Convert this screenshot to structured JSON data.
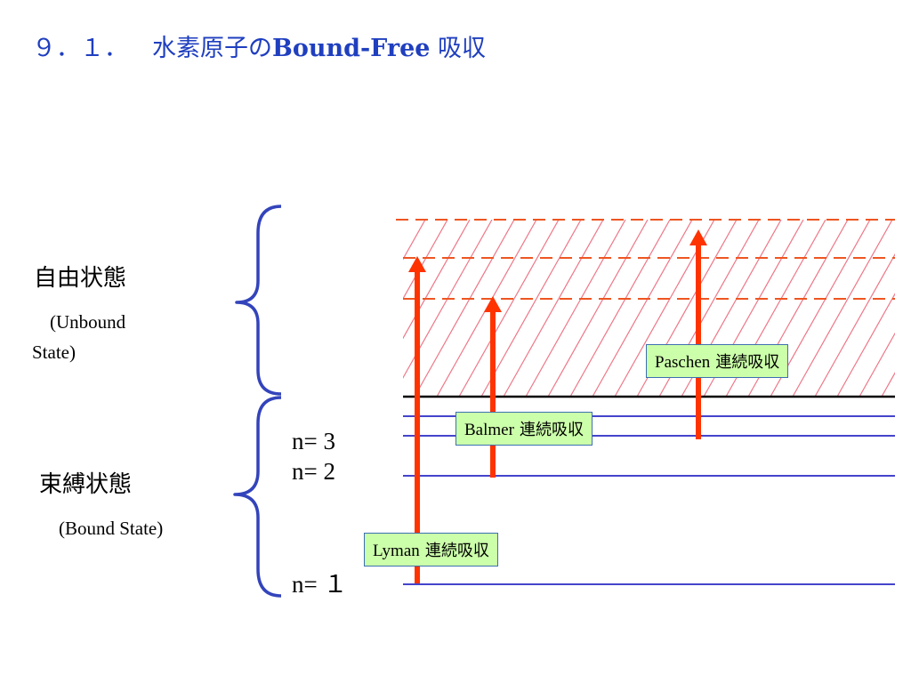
{
  "title": {
    "number": "９．１．",
    "jp_prefix": "水素原子の",
    "english": "Bound-Free",
    "jp_suffix": "吸収"
  },
  "free_state": {
    "label_jp": "自由状態",
    "label_en": "(Unbound State)"
  },
  "bound_state": {
    "label_jp": "束縛状態",
    "label_en": "(Bound State)"
  },
  "levels": [
    {
      "label": "n= 3"
    },
    {
      "label": "n= 2"
    },
    {
      "label": "n= １"
    }
  ],
  "series": [
    {
      "name": "Lyman",
      "label_jp": "連続吸収"
    },
    {
      "name": "Balmer",
      "label_jp": "連続吸収"
    },
    {
      "name": "Paschen",
      "label_jp": "連続吸収"
    }
  ],
  "colors": {
    "title": "#1f3fbf",
    "bracket": "#3344bb",
    "level_line": "#4444cc",
    "ionization_line": "#000000",
    "hatch": "#ee7788",
    "dashed": "#ee5522",
    "arrow": "#ff3300",
    "label_box_fill": "#ccffaa",
    "label_box_border": "#3c6fb0"
  }
}
